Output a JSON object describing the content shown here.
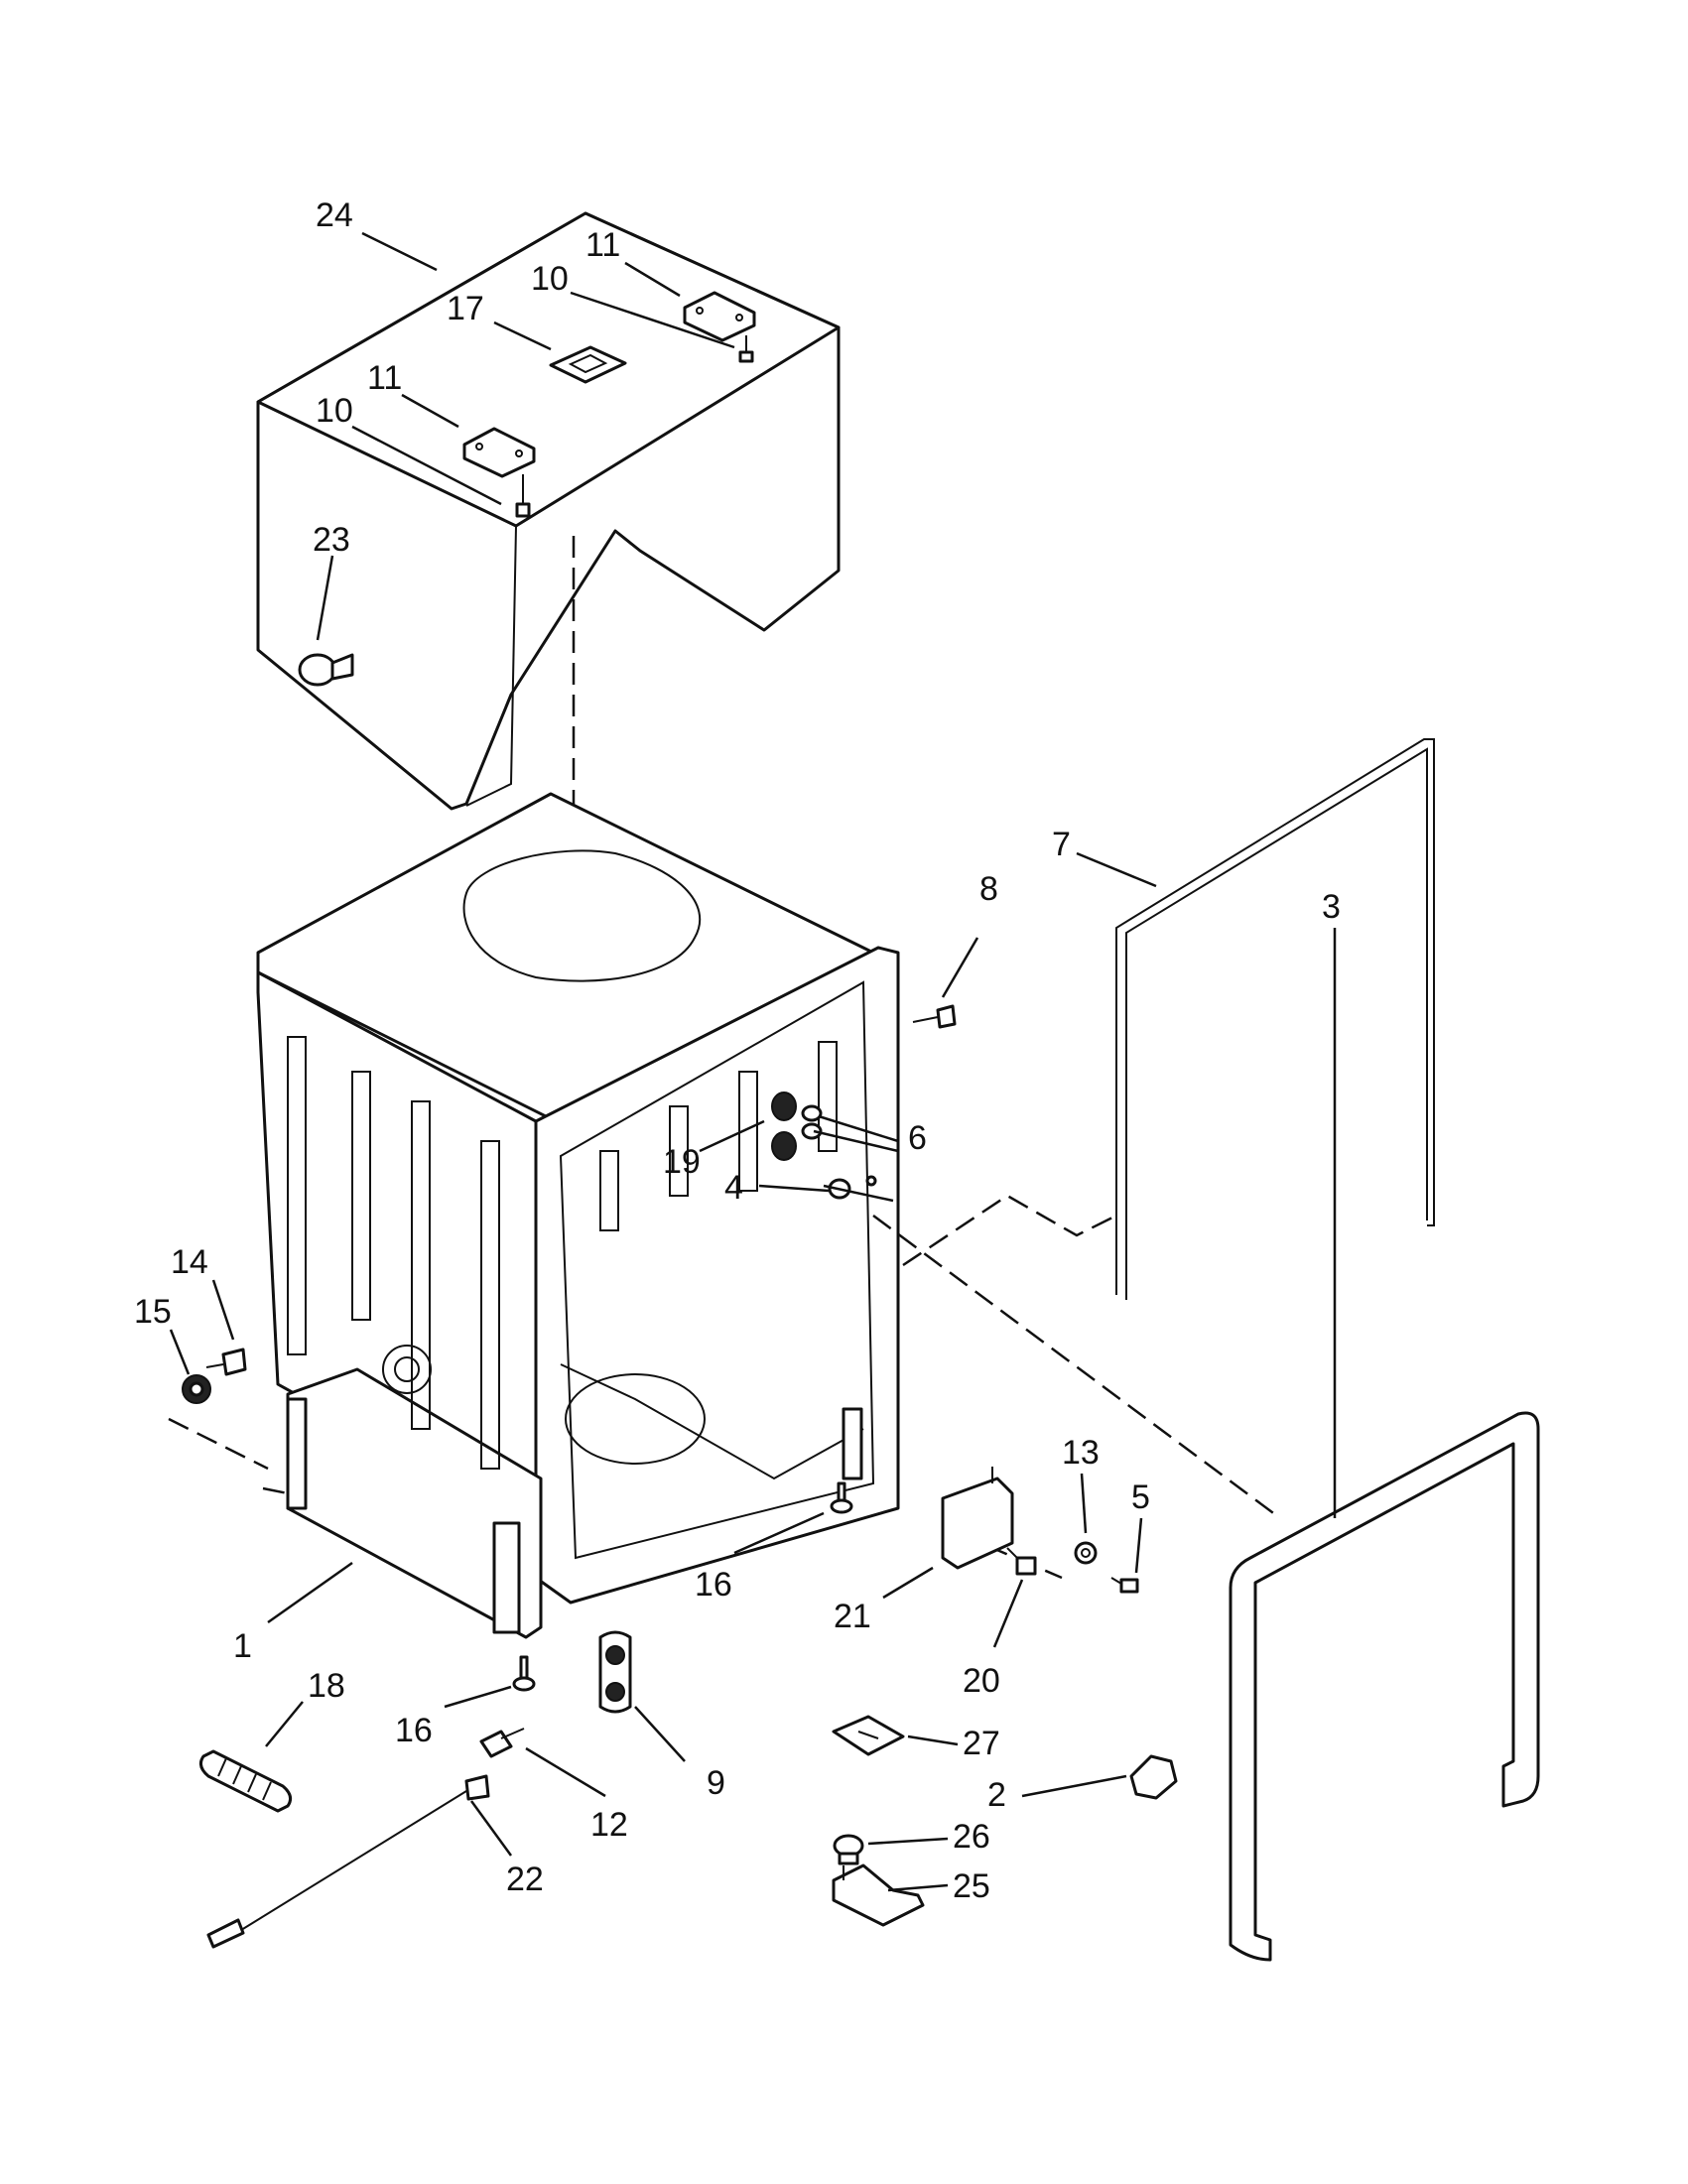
{
  "callouts": [
    {
      "id": "c24",
      "text": "24"
    },
    {
      "id": "c11a",
      "text": "11"
    },
    {
      "id": "c10a",
      "text": "10"
    },
    {
      "id": "c17",
      "text": "17"
    },
    {
      "id": "c11b",
      "text": "11"
    },
    {
      "id": "c10b",
      "text": "10"
    },
    {
      "id": "c23",
      "text": "23"
    },
    {
      "id": "c7",
      "text": "7"
    },
    {
      "id": "c8",
      "text": "8"
    },
    {
      "id": "c6",
      "text": "6"
    },
    {
      "id": "c19",
      "text": "19"
    },
    {
      "id": "c4",
      "text": "4"
    },
    {
      "id": "c14",
      "text": "14"
    },
    {
      "id": "c15",
      "text": "15"
    },
    {
      "id": "c3",
      "text": "3"
    },
    {
      "id": "c13",
      "text": "13"
    },
    {
      "id": "c5",
      "text": "5"
    },
    {
      "id": "c16a",
      "text": "16"
    },
    {
      "id": "c1",
      "text": "1"
    },
    {
      "id": "c21",
      "text": "21"
    },
    {
      "id": "c20",
      "text": "20"
    },
    {
      "id": "c18",
      "text": "18"
    },
    {
      "id": "c16b",
      "text": "16"
    },
    {
      "id": "c9",
      "text": "9"
    },
    {
      "id": "c27",
      "text": "27"
    },
    {
      "id": "c2",
      "text": "2"
    },
    {
      "id": "c12",
      "text": "12"
    },
    {
      "id": "c26",
      "text": "26"
    },
    {
      "id": "c22",
      "text": "22"
    },
    {
      "id": "c25",
      "text": "25"
    }
  ]
}
